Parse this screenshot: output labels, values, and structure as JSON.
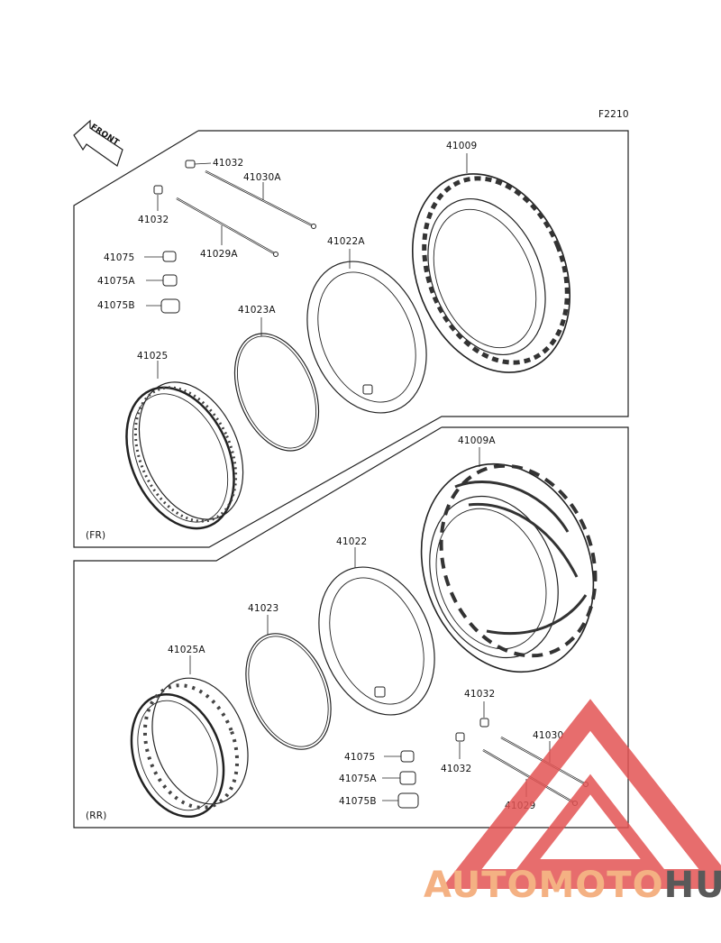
{
  "figure_code": "F2210",
  "front_badge": "FRONT",
  "sections": {
    "front": {
      "tag": "(FR)"
    },
    "rear": {
      "tag": "(RR)"
    }
  },
  "labels": {
    "front": {
      "valve_cap_upper": "41032",
      "valve_cap_left": "41032",
      "spoke_upper": "41030A",
      "spoke_lower": "41029A",
      "weight_1": "41075",
      "weight_2": "41075A",
      "weight_3": "41075B",
      "rim_band": "41023A",
      "tube": "41022A",
      "rim": "41025",
      "tire": "41009"
    },
    "rear": {
      "tire": "41009A",
      "tube": "41022",
      "rim_band": "41023",
      "rim": "41025A",
      "valve_cap_upper": "41032",
      "valve_cap_lower": "41032",
      "spoke_upper": "41030",
      "spoke_lower": "41029",
      "weight_1": "41075",
      "weight_2": "41075A",
      "weight_3": "41075B"
    }
  },
  "watermark": {
    "part1": "AUTOMOTO",
    "part2": "HUB",
    "color_orange": "#f4b183",
    "color_gray": "#595959",
    "color_red": "#e35454"
  }
}
